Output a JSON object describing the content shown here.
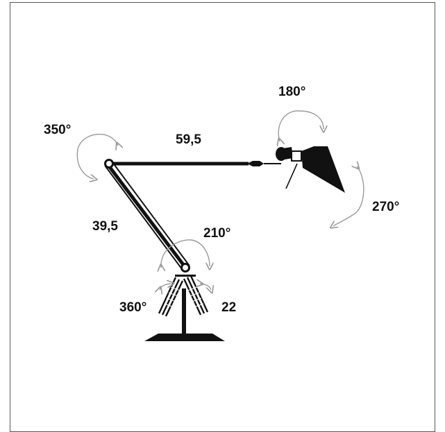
{
  "labels": {
    "rot_top": "180°",
    "rot_shoulder": "350°",
    "arm_length_upper": "59,5",
    "rot_shade": "270°",
    "arm_length_lower": "39,5",
    "rot_elbow": "210°",
    "rot_base": "360°",
    "base_size": "22"
  },
  "colors": {
    "ink": "#111111",
    "arrow": "#9a9a9a",
    "frame": "#555555"
  }
}
